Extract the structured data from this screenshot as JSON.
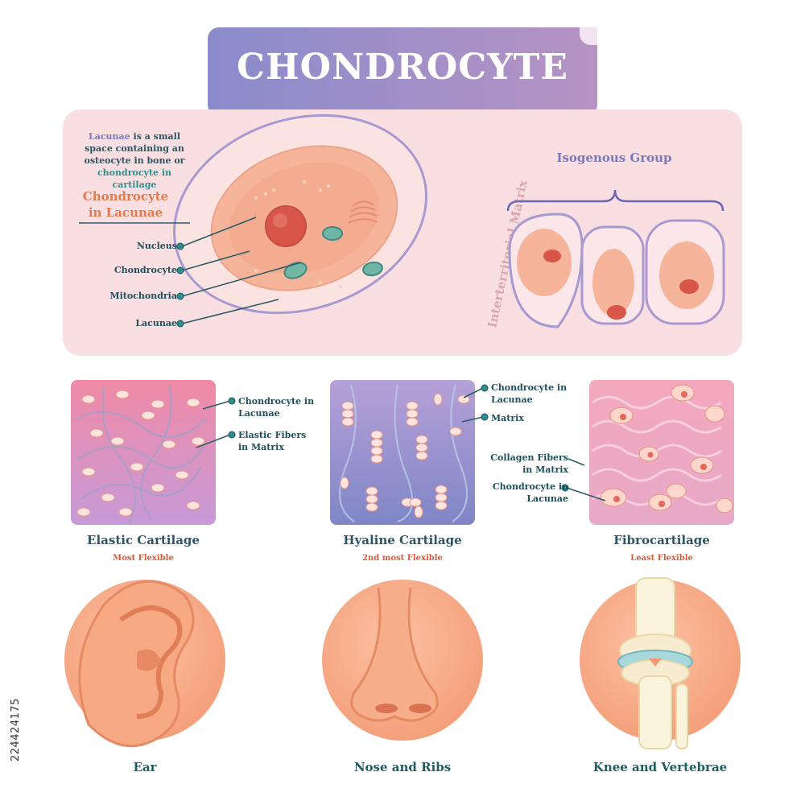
{
  "title": "CHONDROCYTE",
  "note": {
    "part1": "Lacunae",
    "part2": " is a small space containing an osteocyte in bone or ",
    "part3": "chondrocyte in cartilage"
  },
  "chondrocyte_in_lacunae": "Chondrocyte in Lacunae",
  "cell_labels": {
    "nucleus": "Nucleus",
    "chondrocyte": "Chondrocyte",
    "mitochondria": "Mitochondria",
    "lacunae": "Lacunae"
  },
  "interterritorial_matrix": "Interterritorial Matrix",
  "isogenous_group": "Isogenous Group",
  "cartilages": [
    {
      "name": "Elastic Cartilage",
      "flexibility": "Most Flexible",
      "labels": [
        "Chondrocyte in Lacunae",
        "Elastic Fibers in Matrix"
      ],
      "location": "Ear"
    },
    {
      "name": "Hyaline Cartilage",
      "flexibility": "2nd most Flexible",
      "labels": [
        "Chondrocyte in Lacunae",
        "Matrix"
      ],
      "location": "Nose and Ribs"
    },
    {
      "name": "Fibrocartilage",
      "flexibility": "Least Flexible",
      "labels": [
        "Collagen Fibers in Matrix",
        "Chondrocyte in Lacunae"
      ],
      "location": "Knee and Vertebrae"
    }
  ],
  "stock_id": "224424175",
  "colors": {
    "banner_start": "#8a8bcb",
    "banner_end": "#b693c4",
    "panel_pink": "#f9dfe2",
    "label_teal": "#1d4f5c",
    "accent_orange": "#e07b4f",
    "flex_red": "#dd5a3c"
  }
}
